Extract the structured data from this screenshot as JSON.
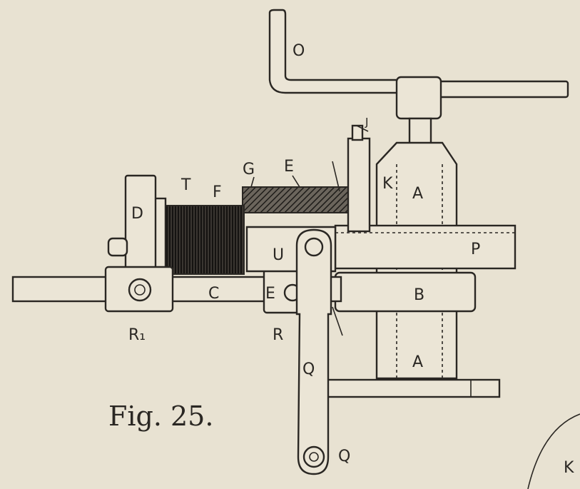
{
  "figure": {
    "caption": "Fig. 25.",
    "labels": {
      "O": "O",
      "J": "J",
      "G": "G",
      "E_top": "E",
      "K": "K",
      "T": "T",
      "F": "F",
      "D": "D",
      "A_top": "A",
      "U": "U",
      "P": "P",
      "C": "C",
      "E_mid": "E",
      "B": "B",
      "R1": "R₁",
      "R": "R",
      "A_bot": "A",
      "Q_mid": "Q",
      "Q_bot": "Q",
      "K_edge": "K"
    }
  },
  "colors": {
    "paper": "#e8e2d2",
    "ink": "#2a2723"
  }
}
